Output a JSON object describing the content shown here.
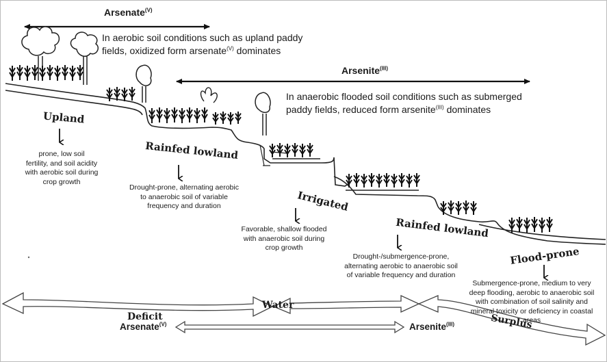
{
  "top": {
    "arsenate_label": "Arsenate",
    "arsenate_sup": "(V)",
    "arsenate_desc_1": "In aerobic soil conditions such as upland paddy",
    "arsenate_desc_2a": "fields, oxidized form arsenate",
    "arsenate_desc_2_sup": "(V)",
    "arsenate_desc_2b": " dominates",
    "arsenite_label": "Arsenite",
    "arsenite_sup": "(III)",
    "arsenite_desc_1": "In anaerobic flooded soil conditions such as submerged",
    "arsenite_desc_2a": "paddy fields, reduced form arsenite",
    "arsenite_desc_2_sup": "(III)",
    "arsenite_desc_2b": " dominates"
  },
  "zones": {
    "upland": {
      "title": "Upland",
      "desc": [
        "prone, low soil",
        "fertility, and soil acidity",
        "with aerobic soil during",
        "crop growth"
      ]
    },
    "rainfed1": {
      "title": "Rainfed lowland",
      "desc": [
        "Drought-prone, alternating aerobic",
        "to anaerobic soil of variable",
        "frequency and duration"
      ]
    },
    "irrigated": {
      "title": "Irrigated",
      "desc": [
        "Favorable, shallow flooded",
        "with anaerobic soil during",
        "crop growth"
      ]
    },
    "rainfed2": {
      "title": "Rainfed lowland",
      "desc": [
        "Drought-/submergence-prone,",
        "alternating aerobic to anaerobic soil",
        "of variable frequency and duration"
      ]
    },
    "floodprone": {
      "title": "Flood-prone",
      "desc": [
        "Submergence-prone, medium to very",
        "deep flooding, aerobic to anaerobic soil",
        "with combination of soil salinity and",
        "mineral toxicity or deficiency in coastal",
        "areas"
      ]
    }
  },
  "bottom": {
    "deficit": "Deficit",
    "water": "Water",
    "surplus": "Surplus",
    "arsenate": "Arsenate",
    "arsenate_sup": "(V)",
    "arsenite": "Arsenite",
    "arsenite_sup": "(III)"
  }
}
